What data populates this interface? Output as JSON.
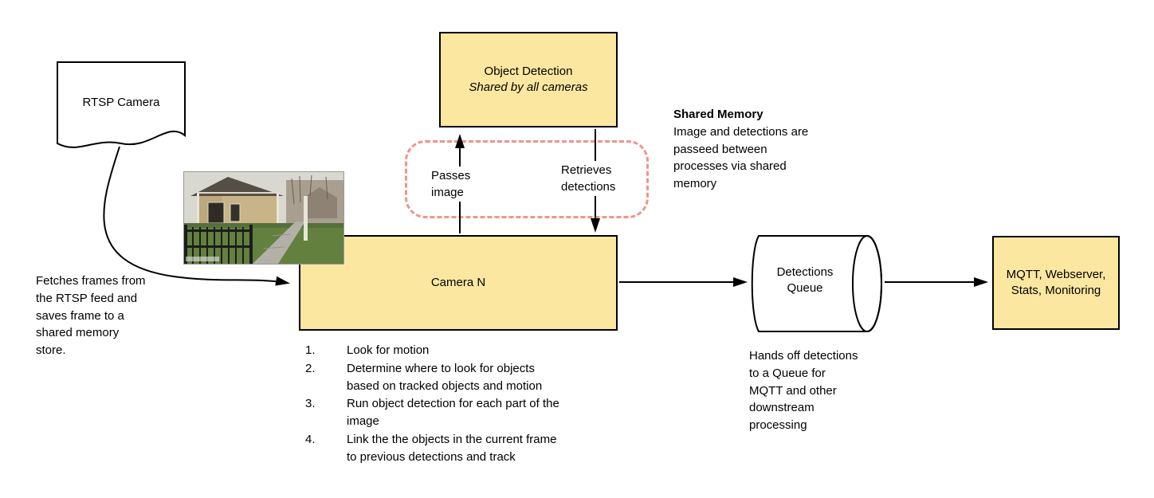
{
  "colors": {
    "node_fill": "#FCE7A1",
    "node_border": "#000000",
    "shared_memory_dashed": "#F1948A",
    "arrow": "#000000",
    "background": "#FFFFFF"
  },
  "nodes": {
    "rtsp_camera": {
      "label": "RTSP Camera"
    },
    "object_detection": {
      "title": "Object Detection",
      "subtitle": "Shared by all cameras"
    },
    "camera_n": {
      "label": "Camera N"
    },
    "detections_queue": {
      "label": "Detections\nQueue"
    },
    "mqtt": {
      "label": "MQTT, Webserver,\nStats, Monitoring"
    }
  },
  "edges": {
    "passes_image": "Passes\nimage",
    "retrieves_detections": "Retrieves\ndetections"
  },
  "notes": {
    "fetch": "Fetches frames from\nthe RTSP feed and\nsaves frame to a\nshared memory\nstore.",
    "shared_memory_title": "Shared Memory",
    "shared_memory_body": "Image and detections are\npasseed between\nprocesses via shared\nmemory",
    "queue_handoff": "Hands off detections\nto a Queue for\nMQTT and other\ndownstream\nprocessing"
  },
  "camera_steps": [
    {
      "num": "1.",
      "text": "Look for motion"
    },
    {
      "num": "2.",
      "text": "Determine where to look for objects\nbased on tracked objects and motion"
    },
    {
      "num": "3.",
      "text": "Run object detection for each part of the\nimage"
    },
    {
      "num": "4.",
      "text": "Link the the objects in the current frame\nto previous detections and track"
    }
  ]
}
